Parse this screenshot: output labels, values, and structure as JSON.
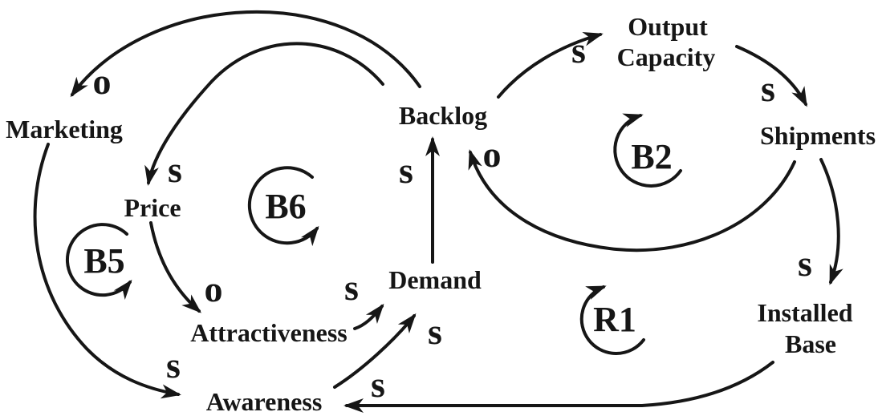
{
  "diagram": {
    "colors": {
      "ink": "#161616",
      "background": "#ffffff"
    },
    "nodes": {
      "marketing": {
        "label": "Marketing"
      },
      "price": {
        "label": "Price"
      },
      "backlog": {
        "label": "Backlog"
      },
      "output_capacity": {
        "line1": "Output",
        "line2": "Capacity"
      },
      "shipments": {
        "label": "Shipments"
      },
      "demand": {
        "label": "Demand"
      },
      "attractiveness": {
        "label": "Attractiveness"
      },
      "awareness": {
        "label": "Awareness"
      },
      "installed_base": {
        "line1": "Installed",
        "line2": "Base"
      }
    },
    "loops": {
      "b5": {
        "label": "B5"
      },
      "b6": {
        "label": "B6"
      },
      "b2": {
        "label": "B2"
      },
      "r1": {
        "label": "R1"
      }
    },
    "edges": [
      {
        "from": "Backlog",
        "to": "Marketing",
        "polarity": "o"
      },
      {
        "from": "Backlog",
        "to": "Price",
        "polarity": "s"
      },
      {
        "from": "Demand",
        "to": "Backlog",
        "polarity": "s"
      },
      {
        "from": "Shipments",
        "to": "Backlog",
        "polarity": "o"
      },
      {
        "from": "Backlog",
        "to": "Output Capacity",
        "polarity": "s"
      },
      {
        "from": "Output Capacity",
        "to": "Shipments",
        "polarity": "s"
      },
      {
        "from": "Shipments",
        "to": "Installed Base",
        "polarity": "s"
      },
      {
        "from": "Installed Base",
        "to": "Awareness",
        "polarity": "s"
      },
      {
        "from": "Marketing",
        "to": "Awareness",
        "polarity": "s"
      },
      {
        "from": "Price",
        "to": "Attractiveness",
        "polarity": "o"
      },
      {
        "from": "Attractiveness",
        "to": "Demand",
        "polarity": "s"
      },
      {
        "from": "Awareness",
        "to": "Demand",
        "polarity": "s"
      }
    ]
  }
}
